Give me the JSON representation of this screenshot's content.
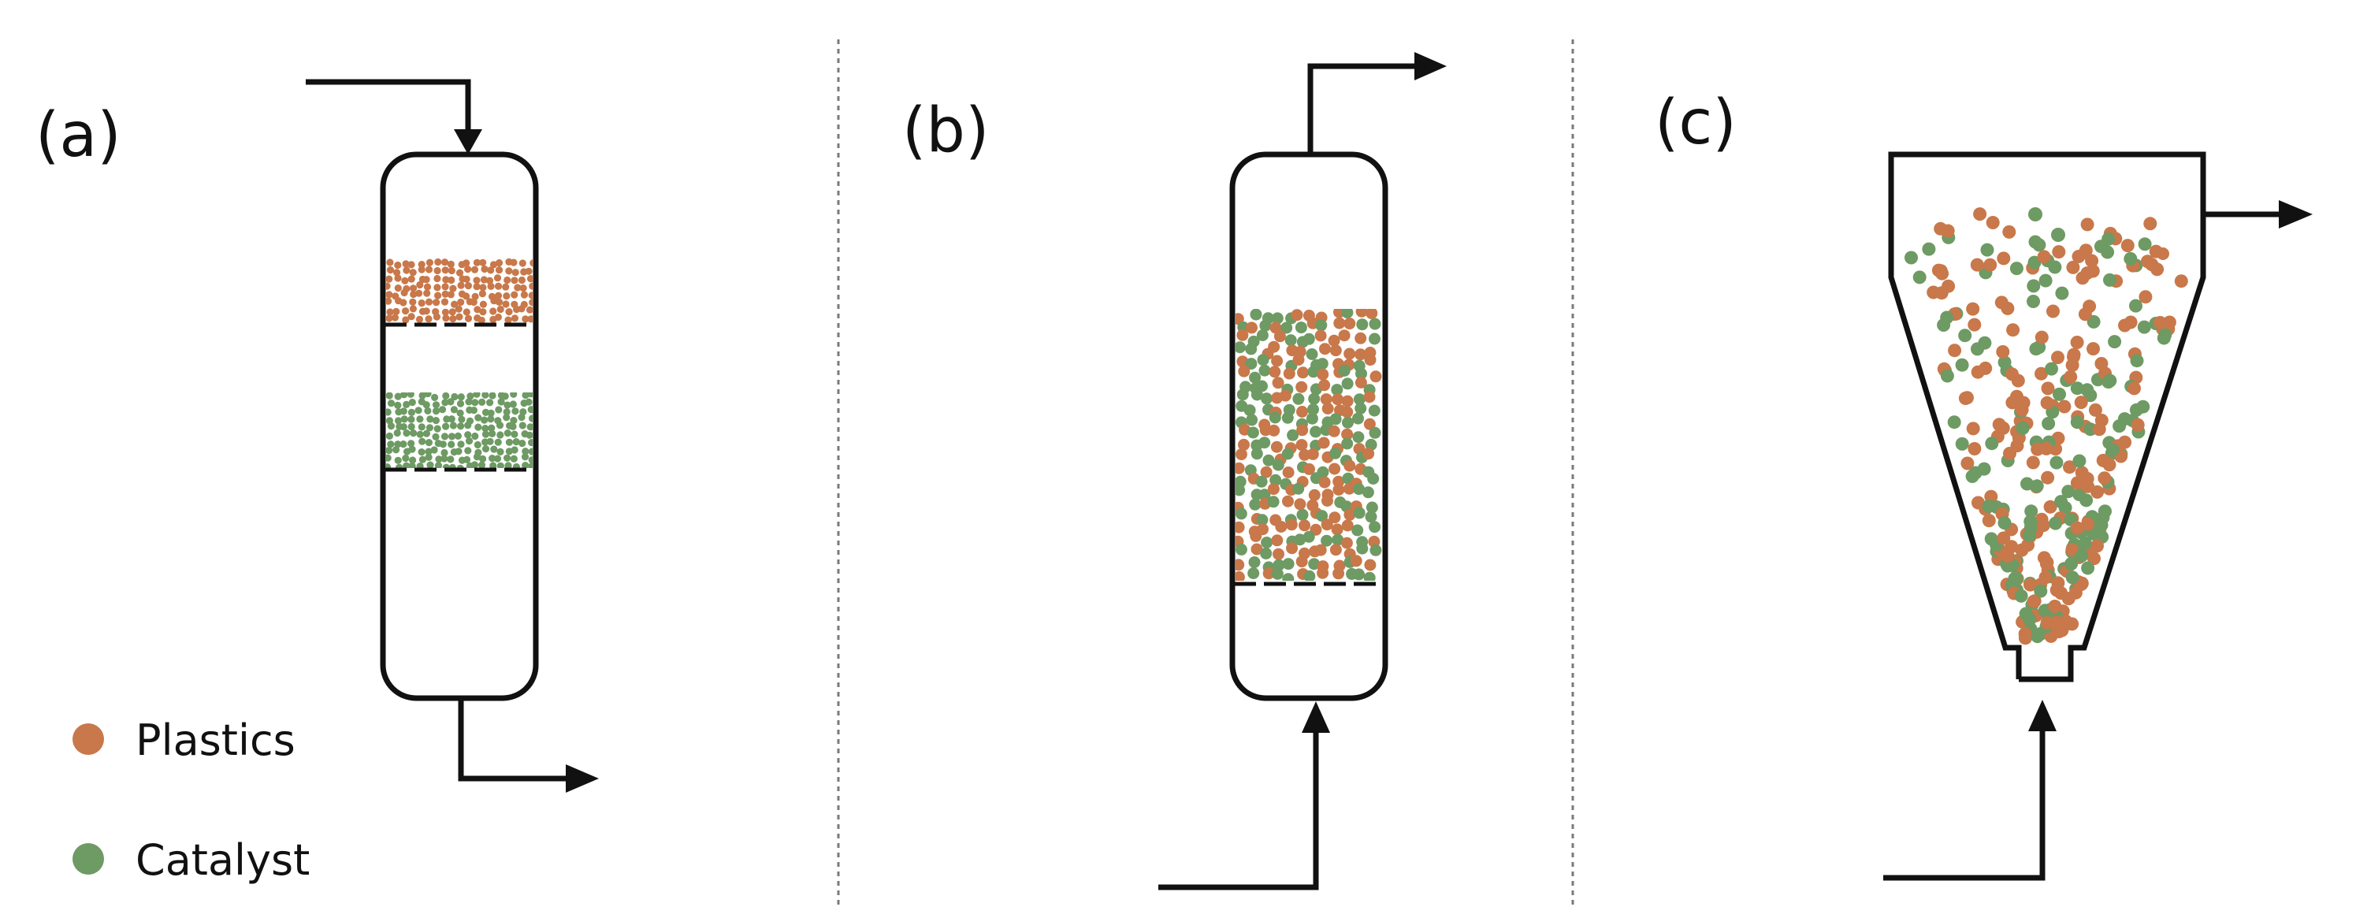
{
  "panels": {
    "a": {
      "label": "(a)"
    },
    "b": {
      "label": "(b)"
    },
    "c": {
      "label": "(c)"
    }
  },
  "legend": {
    "plastics": {
      "label": "Plastics",
      "color": "#c8784a"
    },
    "catalyst": {
      "label": "Catalyst",
      "color": "#6e9a64"
    }
  },
  "colors": {
    "plastics": "#c8784a",
    "catalyst": "#6e9a64",
    "outline": "#111111"
  }
}
